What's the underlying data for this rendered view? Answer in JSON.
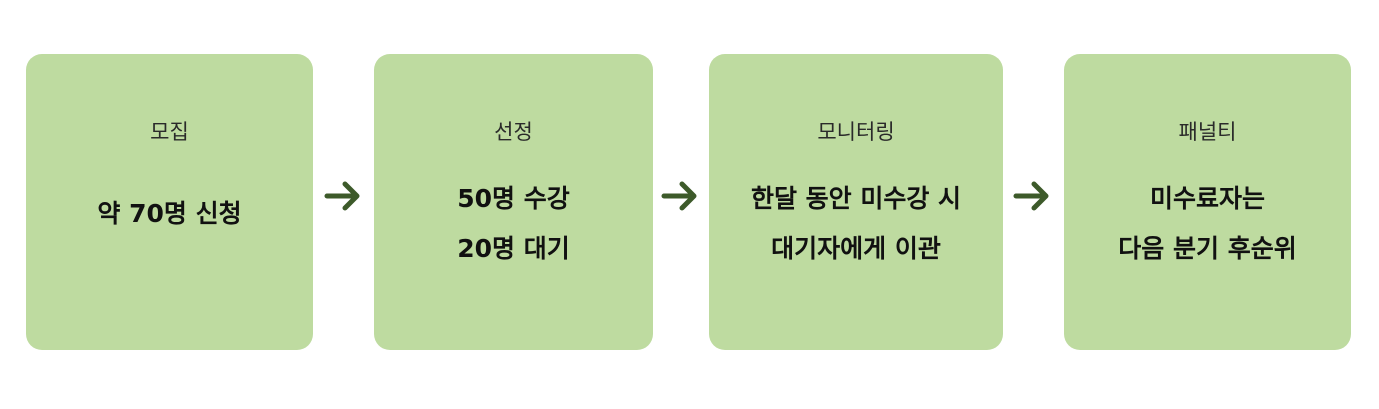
{
  "steps": [
    {
      "title": "모집",
      "lines": [
        "약 70명 신청"
      ]
    },
    {
      "title": "선정",
      "lines": [
        "50명 수강",
        "20명 대기"
      ]
    },
    {
      "title": "모니터링",
      "lines": [
        "한달 동안 미수강 시",
        "대기자에게 이관"
      ]
    },
    {
      "title": "패널티",
      "lines": [
        "미수료자는",
        "다음 분기 후순위"
      ]
    }
  ],
  "colors": {
    "box": "#bedba0",
    "arrow": "#3d5a2a"
  },
  "icons": [
    "arrow-right-icon",
    "arrow-right-icon",
    "arrow-right-icon"
  ]
}
